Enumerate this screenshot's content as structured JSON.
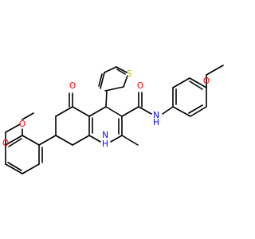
{
  "molecule": {
    "atoms": [
      {
        "key": "o_ketone",
        "symbol": "O",
        "color": "#ff0000"
      },
      {
        "key": "s_thiophene",
        "symbol": "S",
        "color": "#b3b300"
      },
      {
        "key": "o_amide",
        "symbol": "O",
        "color": "#ff0000"
      },
      {
        "key": "n_amide",
        "symbol": "N",
        "color": "#0000ff"
      },
      {
        "key": "h_amide",
        "symbol": "H",
        "color": "#0000ff"
      },
      {
        "key": "o_methoxy_right",
        "symbol": "O",
        "color": "#ff0000"
      },
      {
        "key": "o_methoxy_left_upper",
        "symbol": "O",
        "color": "#ff0000"
      },
      {
        "key": "o_methoxy_left_lower",
        "symbol": "O",
        "color": "#ff0000"
      },
      {
        "key": "n_ring",
        "symbol": "N",
        "color": "#0000ff"
      },
      {
        "key": "h_ring",
        "symbol": "H",
        "color": "#0000ff"
      }
    ]
  }
}
